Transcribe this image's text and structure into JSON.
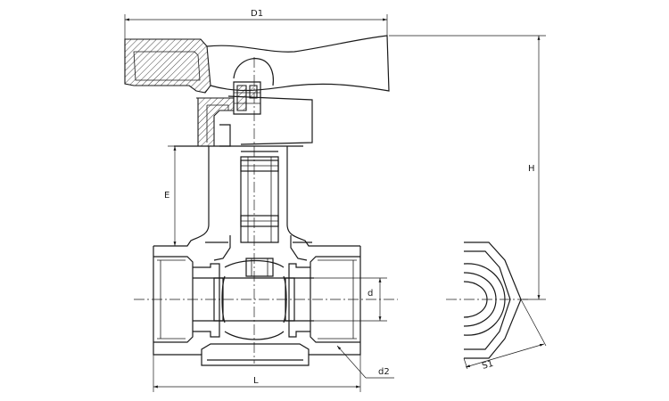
{
  "labels": {
    "D1": "D1",
    "H": "H",
    "E": "E",
    "d": "d",
    "d2": "d2",
    "L": "L",
    "S1": "S1"
  }
}
